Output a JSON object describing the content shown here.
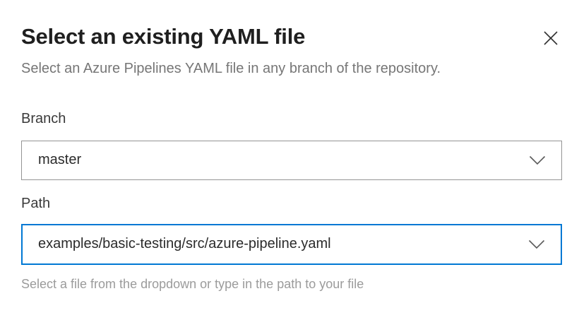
{
  "dialog": {
    "title": "Select an existing YAML file",
    "subtitle": "Select an Azure Pipelines YAML file in any branch of the repository."
  },
  "fields": {
    "branch": {
      "label": "Branch",
      "value": "master"
    },
    "path": {
      "label": "Path",
      "value": "examples/basic-testing/src/azure-pipeline.yaml",
      "helper": "Select a file from the dropdown or type in the path to your file"
    }
  },
  "icons": {
    "close": "close-icon",
    "branch_dropdown": "chevron-down-icon",
    "path_dropdown": "chevron-down-icon"
  },
  "colors": {
    "accent_border": "#0078d4",
    "field_border": "#949494",
    "title_text": "#1f1f1f",
    "subtitle_text": "#767676",
    "helper_text": "#9b9b9b",
    "value_text": "#2b2b2b"
  }
}
